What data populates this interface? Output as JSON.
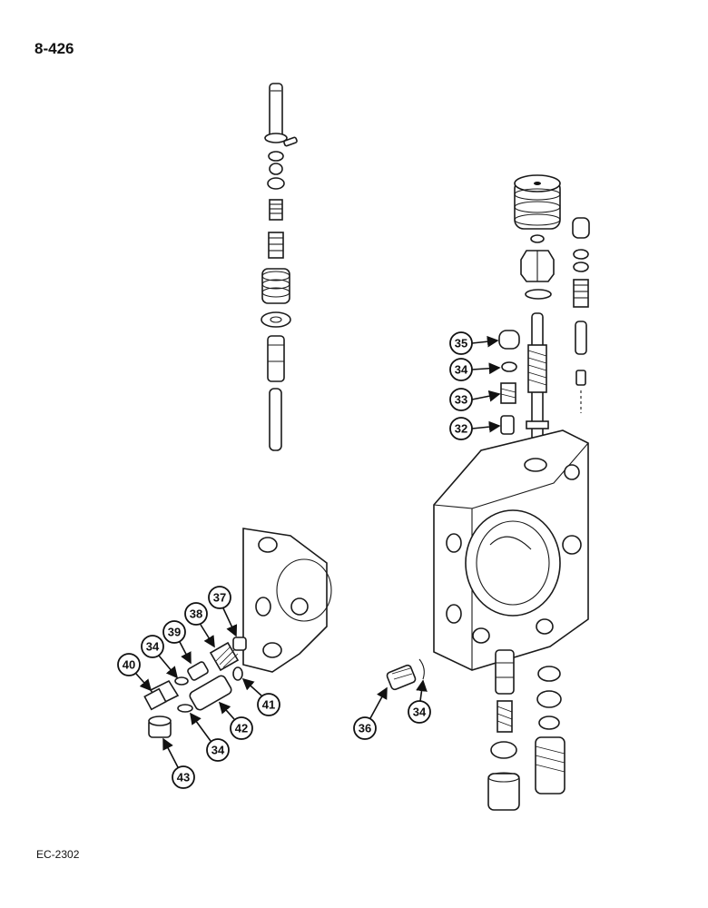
{
  "page_number": "8-426",
  "footer_code": "EC-2302",
  "callouts": [
    "35",
    "34",
    "33",
    "32",
    "37",
    "38",
    "39",
    "34",
    "40",
    "41",
    "42",
    "34",
    "43",
    "36",
    "34"
  ]
}
